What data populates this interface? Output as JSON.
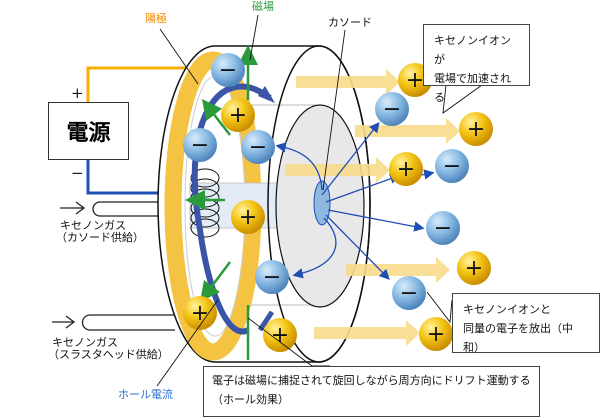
{
  "labels": {
    "anode": "陽極",
    "magnetic_field": "磁場",
    "cathode": "カソード",
    "power_supply": "電源",
    "plus_terminal": "+",
    "minus_terminal": "−",
    "gas_cathode_line1": "キセノンガス",
    "gas_cathode_line2": "（カソード供給）",
    "gas_thruster_line1": "キセノンガス",
    "gas_thruster_line2": "（スラスタヘッド供給）",
    "hall_current": "ホール電流"
  },
  "callouts": {
    "ion_acceleration": [
      "キセノンイオンが",
      "電場で加速される"
    ],
    "neutralization": [
      "キセノンイオンと",
      "同量の電子を放出（中和）"
    ],
    "hall_effect": [
      "電子は磁場に捕捉されて旋回しながら周方向にドリフト運動する",
      "（ホール効果）"
    ]
  },
  "symbols": {
    "ion": "+",
    "electron": "−"
  },
  "colors": {
    "anode": "#f5c342",
    "wire_positive": "#f5b000",
    "wire_negative": "#1f4fb5",
    "magnetic": "#2a9a3a",
    "hall": "#3a55a8",
    "electron": "#7fb2dd",
    "ion": "#f2bd10",
    "ion_beam": "#f8dc8a"
  }
}
